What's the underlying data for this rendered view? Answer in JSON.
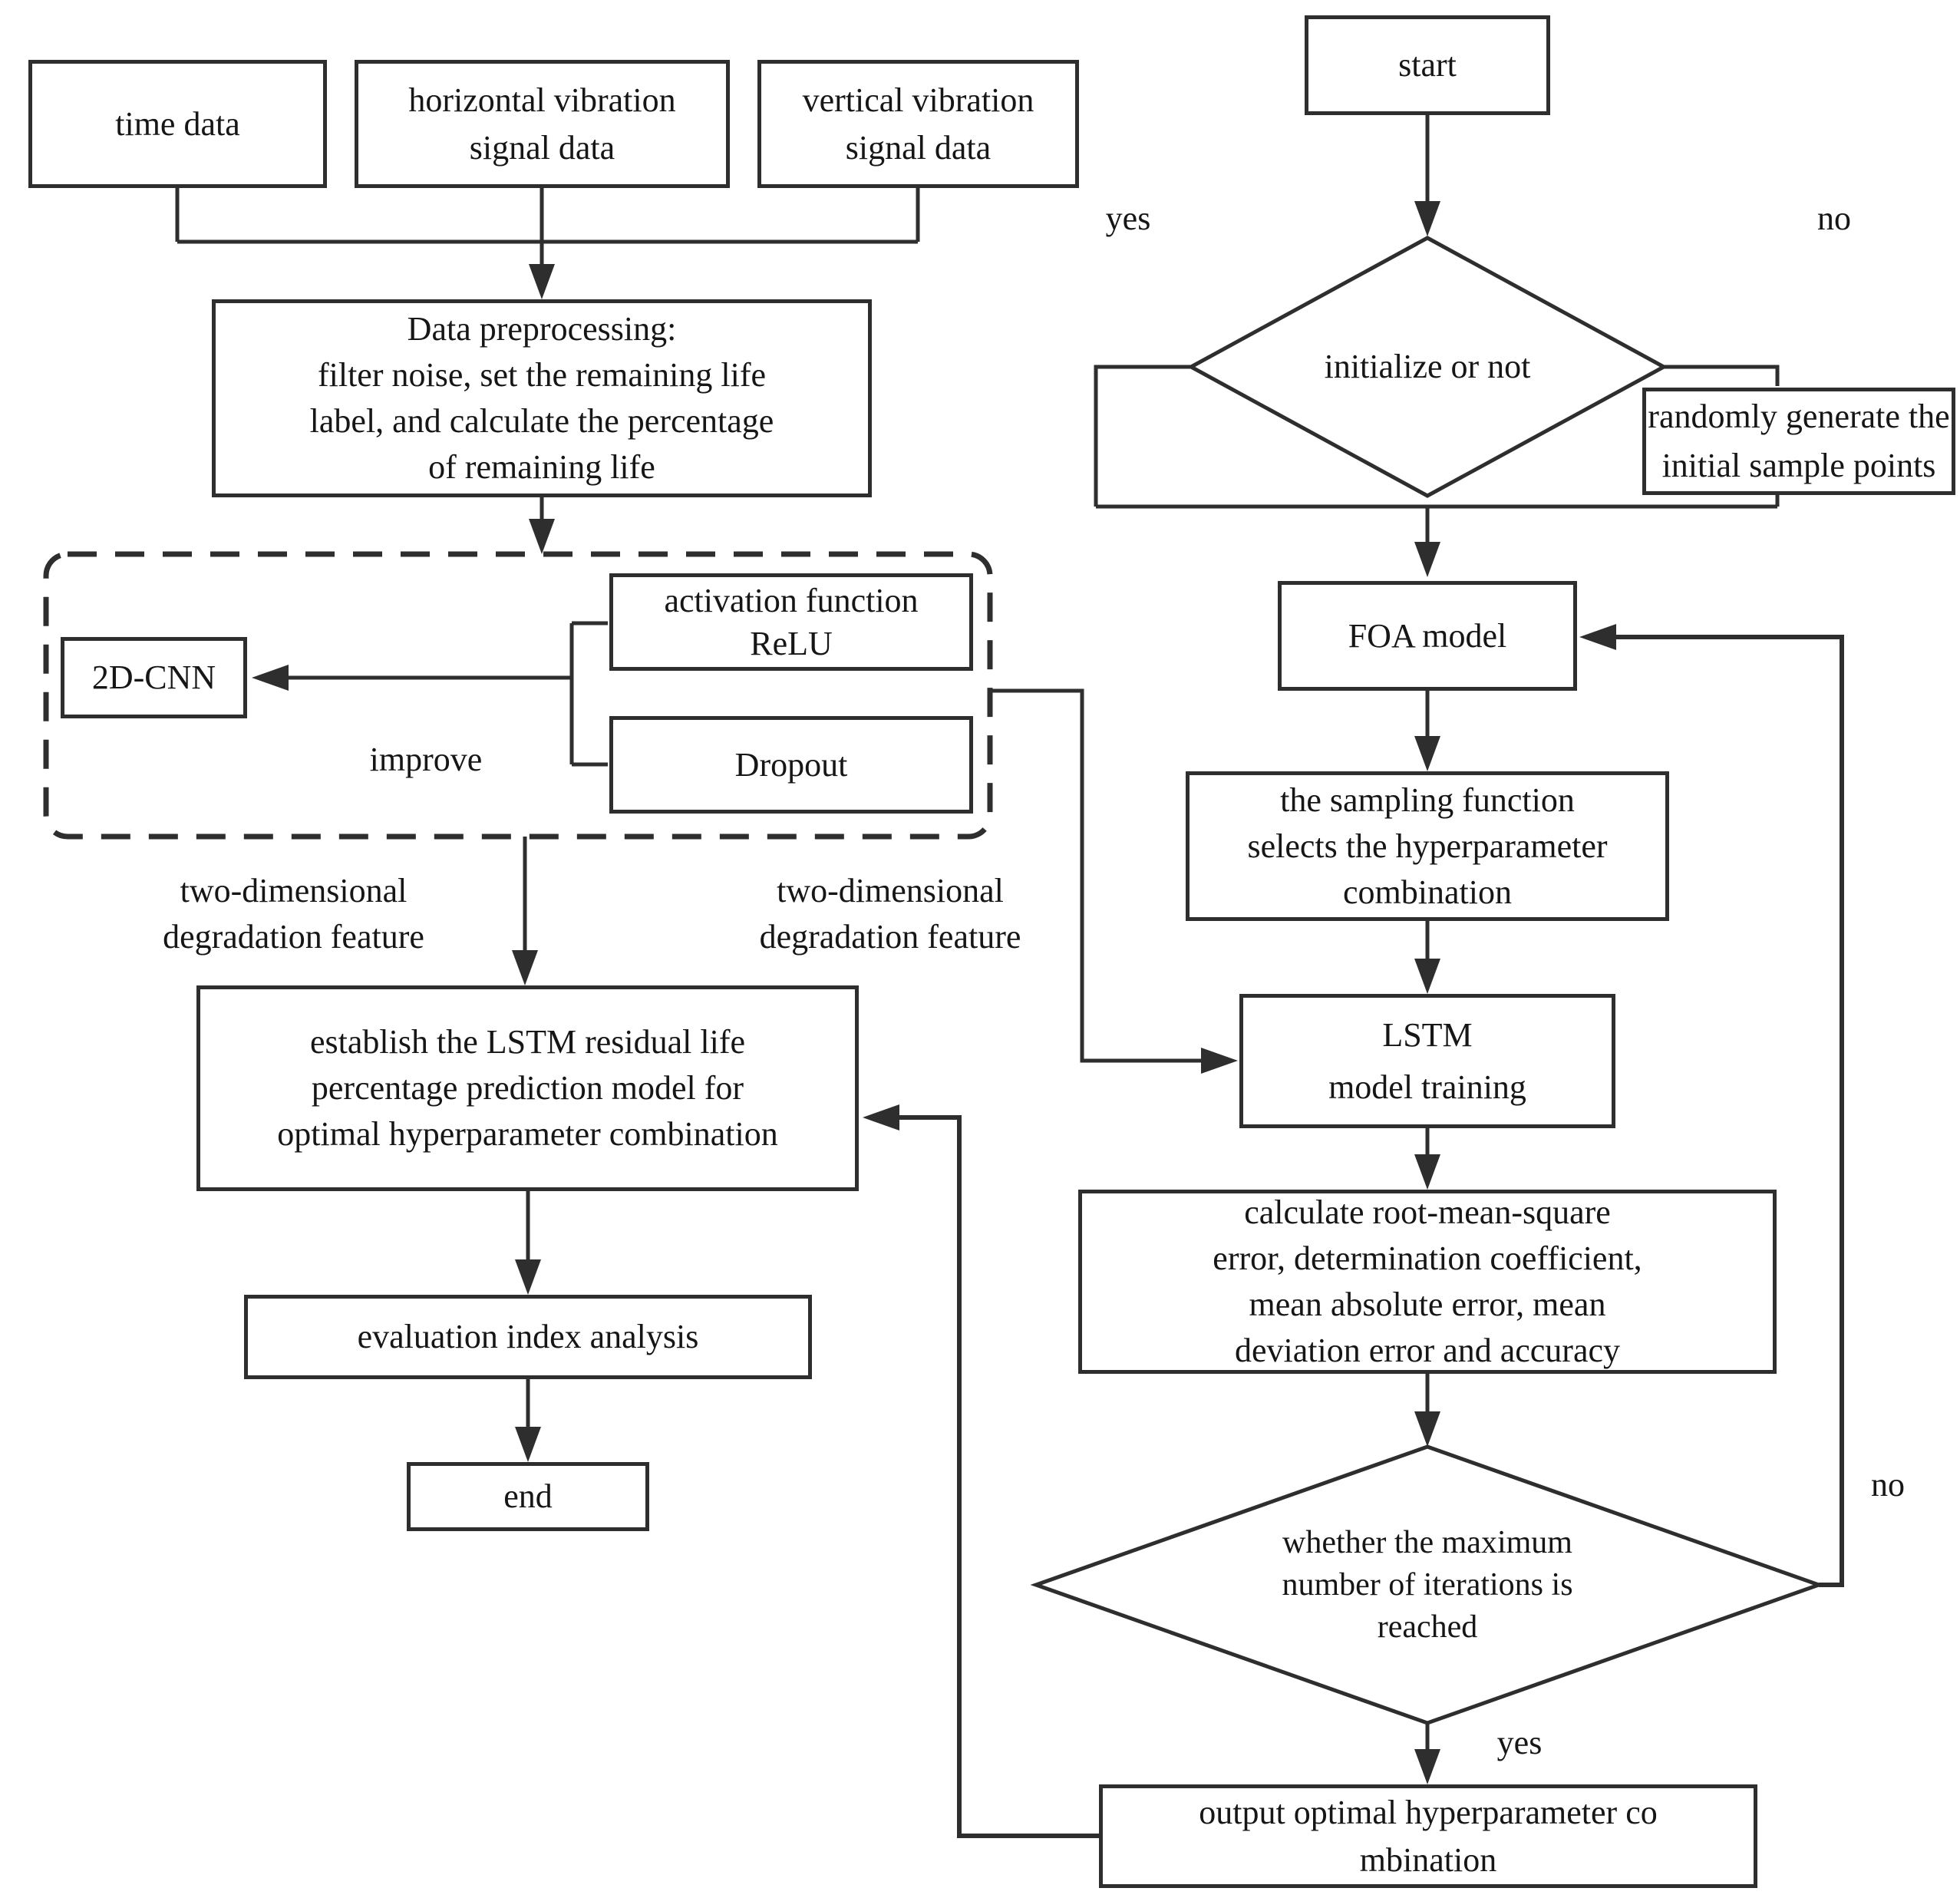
{
  "diagram": {
    "type": "flowchart",
    "background_color": "#ffffff",
    "line_color": "#2e2e2e",
    "text_color": "#161616"
  },
  "nodes": {
    "time_data": {
      "lines": [
        "time data"
      ]
    },
    "horizontal_vibration": {
      "lines": [
        "horizontal vibration",
        "signal data"
      ]
    },
    "vertical_vibration": {
      "lines": [
        "vertical vibration",
        "signal data"
      ]
    },
    "data_preprocessing": {
      "lines": [
        "Data preprocessing:",
        "filter noise, set the remaining life",
        "label, and calculate the percentage",
        "of remaining life"
      ]
    },
    "activation_relu": {
      "lines": [
        "activation function",
        "ReLU"
      ]
    },
    "dropout": {
      "lines": [
        "Dropout"
      ]
    },
    "cnn_2d": {
      "lines": [
        "2D-CNN"
      ]
    },
    "establish_lstm": {
      "lines": [
        "establish the LSTM residual life",
        "percentage prediction model for",
        "optimal hyperparameter combination"
      ]
    },
    "evaluation": {
      "lines": [
        "evaluation index analysis"
      ]
    },
    "end": {
      "lines": [
        "end"
      ]
    },
    "start": {
      "lines": [
        "start"
      ]
    },
    "initialize_decision": {
      "lines": [
        "initialize or not"
      ]
    },
    "random_generate": {
      "lines": [
        "randomly generate the",
        "initial sample points"
      ]
    },
    "foa_model": {
      "lines": [
        "FOA model"
      ]
    },
    "sampling_function": {
      "lines": [
        "the sampling function",
        "selects the hyperparameter",
        "combination"
      ]
    },
    "lstm_training": {
      "lines": [
        "LSTM",
        "model training"
      ]
    },
    "calc_metrics": {
      "lines": [
        "calculate root-mean-square",
        "error, determination coefficient,",
        "mean absolute error, mean",
        "deviation error and accuracy"
      ]
    },
    "iteration_decision": {
      "lines": [
        "whether the maximum",
        "number of iterations is",
        "reached"
      ]
    },
    "output_optimal": {
      "lines": [
        "output optimal hyperparameter co",
        "mbination"
      ]
    }
  },
  "edge_labels": {
    "yes_initialize": "yes",
    "no_initialize": "no",
    "improve": "improve",
    "feature_left": {
      "lines": [
        "two-dimensional",
        "degradation feature"
      ]
    },
    "feature_right": {
      "lines": [
        "two-dimensional",
        "degradation feature"
      ]
    },
    "no_iteration": "no",
    "yes_iteration": "yes"
  }
}
